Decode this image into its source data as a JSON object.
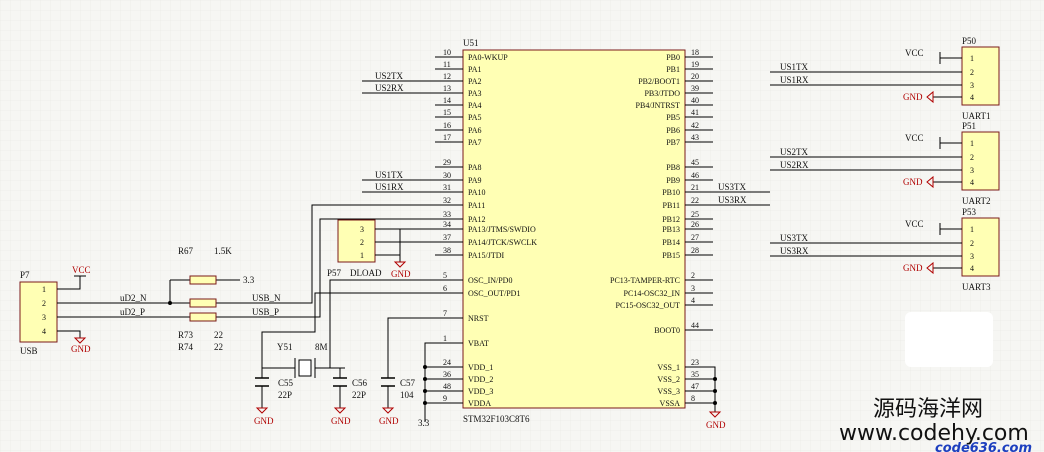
{
  "mcu": {
    "ref": "U51",
    "part": "STM32F103C8T6",
    "left_pins": [
      {
        "n": "10",
        "name": "PA0-WKUP",
        "net": ""
      },
      {
        "n": "11",
        "name": "PA1",
        "net": ""
      },
      {
        "n": "12",
        "name": "PA2",
        "net": "US2TX"
      },
      {
        "n": "13",
        "name": "PA3",
        "net": "US2RX"
      },
      {
        "n": "14",
        "name": "PA4",
        "net": ""
      },
      {
        "n": "15",
        "name": "PA5",
        "net": ""
      },
      {
        "n": "16",
        "name": "PA6",
        "net": ""
      },
      {
        "n": "17",
        "name": "PA7",
        "net": ""
      },
      {
        "n": "29",
        "name": "PA8",
        "net": ""
      },
      {
        "n": "30",
        "name": "PA9",
        "net": "US1TX"
      },
      {
        "n": "31",
        "name": "PA10",
        "net": "US1RX"
      },
      {
        "n": "32",
        "name": "PA11",
        "net": ""
      },
      {
        "n": "33",
        "name": "PA12",
        "net": ""
      },
      {
        "n": "34",
        "name": "PA13/JTMS/SWDIO",
        "net": ""
      },
      {
        "n": "37",
        "name": "PA14/JTCK/SWCLK",
        "net": ""
      },
      {
        "n": "38",
        "name": "PA15/JTDI",
        "net": ""
      },
      {
        "n": "5",
        "name": "OSC_IN/PD0",
        "net": ""
      },
      {
        "n": "6",
        "name": "OSC_OUT/PD1",
        "net": ""
      },
      {
        "n": "7",
        "name": "NRST",
        "net": ""
      },
      {
        "n": "1",
        "name": "VBAT",
        "net": ""
      },
      {
        "n": "24",
        "name": "VDD_1",
        "net": ""
      },
      {
        "n": "36",
        "name": "VDD_2",
        "net": ""
      },
      {
        "n": "48",
        "name": "VDD_3",
        "net": ""
      },
      {
        "n": "9",
        "name": "VDDA",
        "net": ""
      }
    ],
    "right_pins": [
      {
        "n": "18",
        "name": "PB0",
        "net": ""
      },
      {
        "n": "19",
        "name": "PB1",
        "net": ""
      },
      {
        "n": "20",
        "name": "PB2/BOOT1",
        "net": ""
      },
      {
        "n": "39",
        "name": "PB3/JTDO",
        "net": ""
      },
      {
        "n": "40",
        "name": "PB4/JNTRST",
        "net": ""
      },
      {
        "n": "41",
        "name": "PB5",
        "net": ""
      },
      {
        "n": "42",
        "name": "PB6",
        "net": ""
      },
      {
        "n": "43",
        "name": "PB7",
        "net": ""
      },
      {
        "n": "45",
        "name": "PB8",
        "net": ""
      },
      {
        "n": "46",
        "name": "PB9",
        "net": ""
      },
      {
        "n": "21",
        "name": "PB10",
        "net": "US3TX"
      },
      {
        "n": "22",
        "name": "PB11",
        "net": "US3RX"
      },
      {
        "n": "25",
        "name": "PB12",
        "net": ""
      },
      {
        "n": "26",
        "name": "PB13",
        "net": ""
      },
      {
        "n": "27",
        "name": "PB14",
        "net": ""
      },
      {
        "n": "28",
        "name": "PB15",
        "net": ""
      },
      {
        "n": "2",
        "name": "PC13-TAMPER-RTC",
        "net": ""
      },
      {
        "n": "3",
        "name": "PC14-OSC32_IN",
        "net": ""
      },
      {
        "n": "4",
        "name": "PC15-OSC32_OUT",
        "net": ""
      },
      {
        "n": "44",
        "name": "BOOT0",
        "net": ""
      },
      {
        "n": "23",
        "name": "VSS_1",
        "net": ""
      },
      {
        "n": "35",
        "name": "VSS_2",
        "net": ""
      },
      {
        "n": "47",
        "name": "VSS_3",
        "net": ""
      },
      {
        "n": "8",
        "name": "VSSA",
        "net": ""
      }
    ]
  },
  "uart_connectors": [
    {
      "ref": "P50",
      "name": "UART1",
      "vcc": "VCC",
      "gnd": "GND",
      "tx": "US1TX",
      "rx": "US1RX",
      "pins": [
        "1",
        "2",
        "3",
        "4"
      ]
    },
    {
      "ref": "P51",
      "name": "UART2",
      "vcc": "VCC",
      "gnd": "GND",
      "tx": "US2TX",
      "rx": "US2RX",
      "pins": [
        "1",
        "2",
        "3",
        "4"
      ]
    },
    {
      "ref": "P53",
      "name": "UART3",
      "vcc": "VCC",
      "gnd": "GND",
      "tx": "US3TX",
      "rx": "US3RX",
      "pins": [
        "1",
        "2",
        "3",
        "4"
      ]
    }
  ],
  "usb": {
    "ref": "P7",
    "name": "USB",
    "vcc": "VCC",
    "gnd": "GND",
    "pins": [
      "1",
      "2",
      "3",
      "4"
    ],
    "net_n": "USB_N",
    "net_p": "USB_P",
    "short_n": "uD2_N",
    "short_p": "uD2_P",
    "r_pullup": {
      "ref": "R67",
      "value": "1.5K",
      "rail": "3.3"
    },
    "r_n": {
      "ref": "R73",
      "value": "22"
    },
    "r_p": {
      "ref": "R74",
      "value": "22"
    }
  },
  "dload": {
    "ref": "P57",
    "name": "DLOAD",
    "gnd": "GND",
    "pins": [
      "3",
      "2",
      "1"
    ]
  },
  "crystal": {
    "ref": "Y51",
    "value": "8M"
  },
  "caps": [
    {
      "ref": "C55",
      "value": "22P",
      "gnd": "GND"
    },
    {
      "ref": "C56",
      "value": "22P",
      "gnd": "GND"
    },
    {
      "ref": "C57",
      "value": "104",
      "gnd": "GND"
    }
  ],
  "rail_33": "3.3",
  "vss_gnd": "GND",
  "watermark": {
    "line1": "源码海洋网",
    "line2": "www.codehy.com",
    "line3": "code636.com"
  }
}
